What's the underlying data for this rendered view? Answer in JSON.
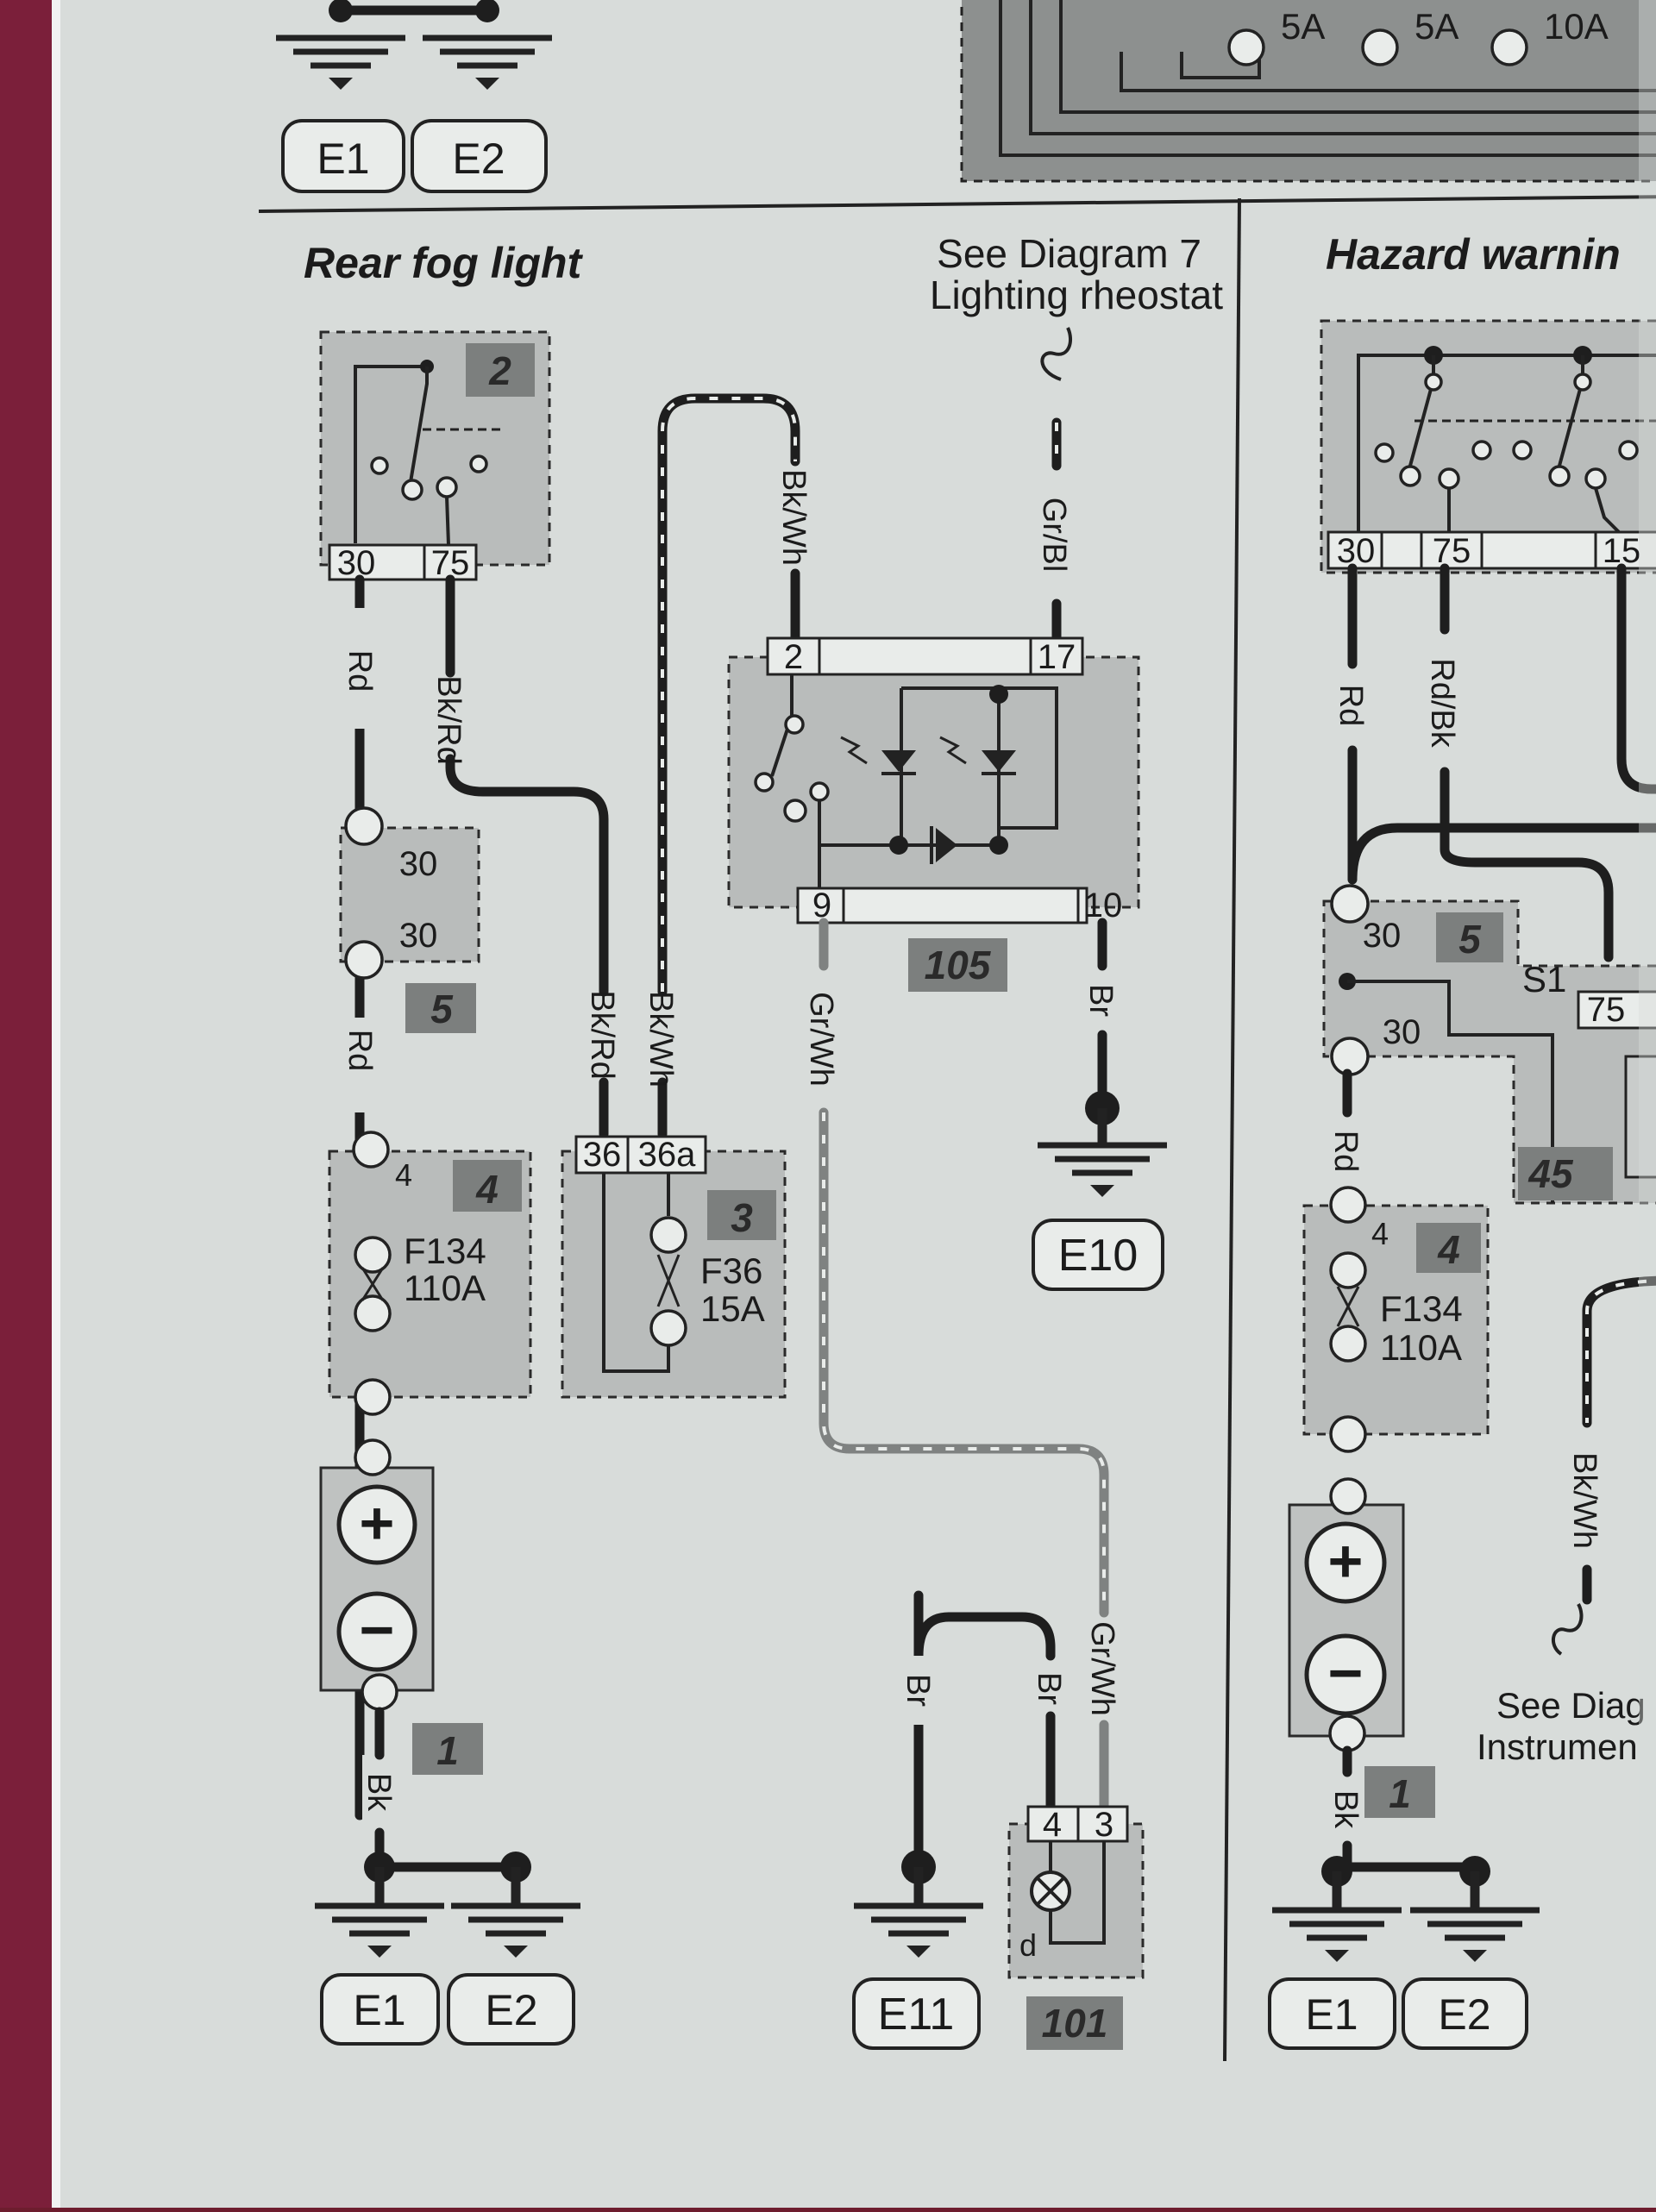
{
  "sections": {
    "rear_fog": {
      "title": "Rear fog light"
    },
    "hazard": {
      "title": "Hazard warnin"
    }
  },
  "references": {
    "lighting_rheostat": {
      "line1": "See Diagram 7",
      "line2": "Lighting rheostat"
    },
    "instrument": {
      "line1": "See Diag",
      "line2": "Instrumen"
    }
  },
  "top_fuses": [
    "5A",
    "5A",
    "10A"
  ],
  "components": {
    "battery": "1",
    "ignition_switch": "2",
    "fuse_f36_box": "3",
    "fuse_f134_box": "4",
    "splice_5": "5",
    "fog_switch": "105",
    "fog_lamp": "101",
    "hazard_45": "45",
    "hazard_s1": "S1"
  },
  "fuses": {
    "f134": {
      "name": "F134",
      "rating": "110A",
      "pin": "4"
    },
    "f36": {
      "name": "F36",
      "rating": "15A"
    }
  },
  "terminals": {
    "ign_30": "30",
    "ign_75": "75",
    "ign_15": "15",
    "splice_a": "30",
    "splice_b": "30",
    "fuse_36": "36",
    "fuse_36a": "36a",
    "sw_2": "2",
    "sw_17": "17",
    "sw_9": "9",
    "sw_10": "10",
    "lamp_4": "4",
    "lamp_3": "3",
    "lamp_d": "d"
  },
  "wires": {
    "rd": "Rd",
    "bk_rd": "Bk/Rd",
    "bk_wh": "Bk/Wh",
    "gr_bl": "Gr/Bl",
    "gr_wh": "Gr/Wh",
    "br": "Br",
    "bk": "Bk",
    "rd_bk": "Rd/Bk"
  },
  "earths": {
    "e1": "E1",
    "e2": "E2",
    "e10": "E10",
    "e11": "E11"
  },
  "battery_symbols": {
    "plus": "+",
    "minus": "−"
  }
}
